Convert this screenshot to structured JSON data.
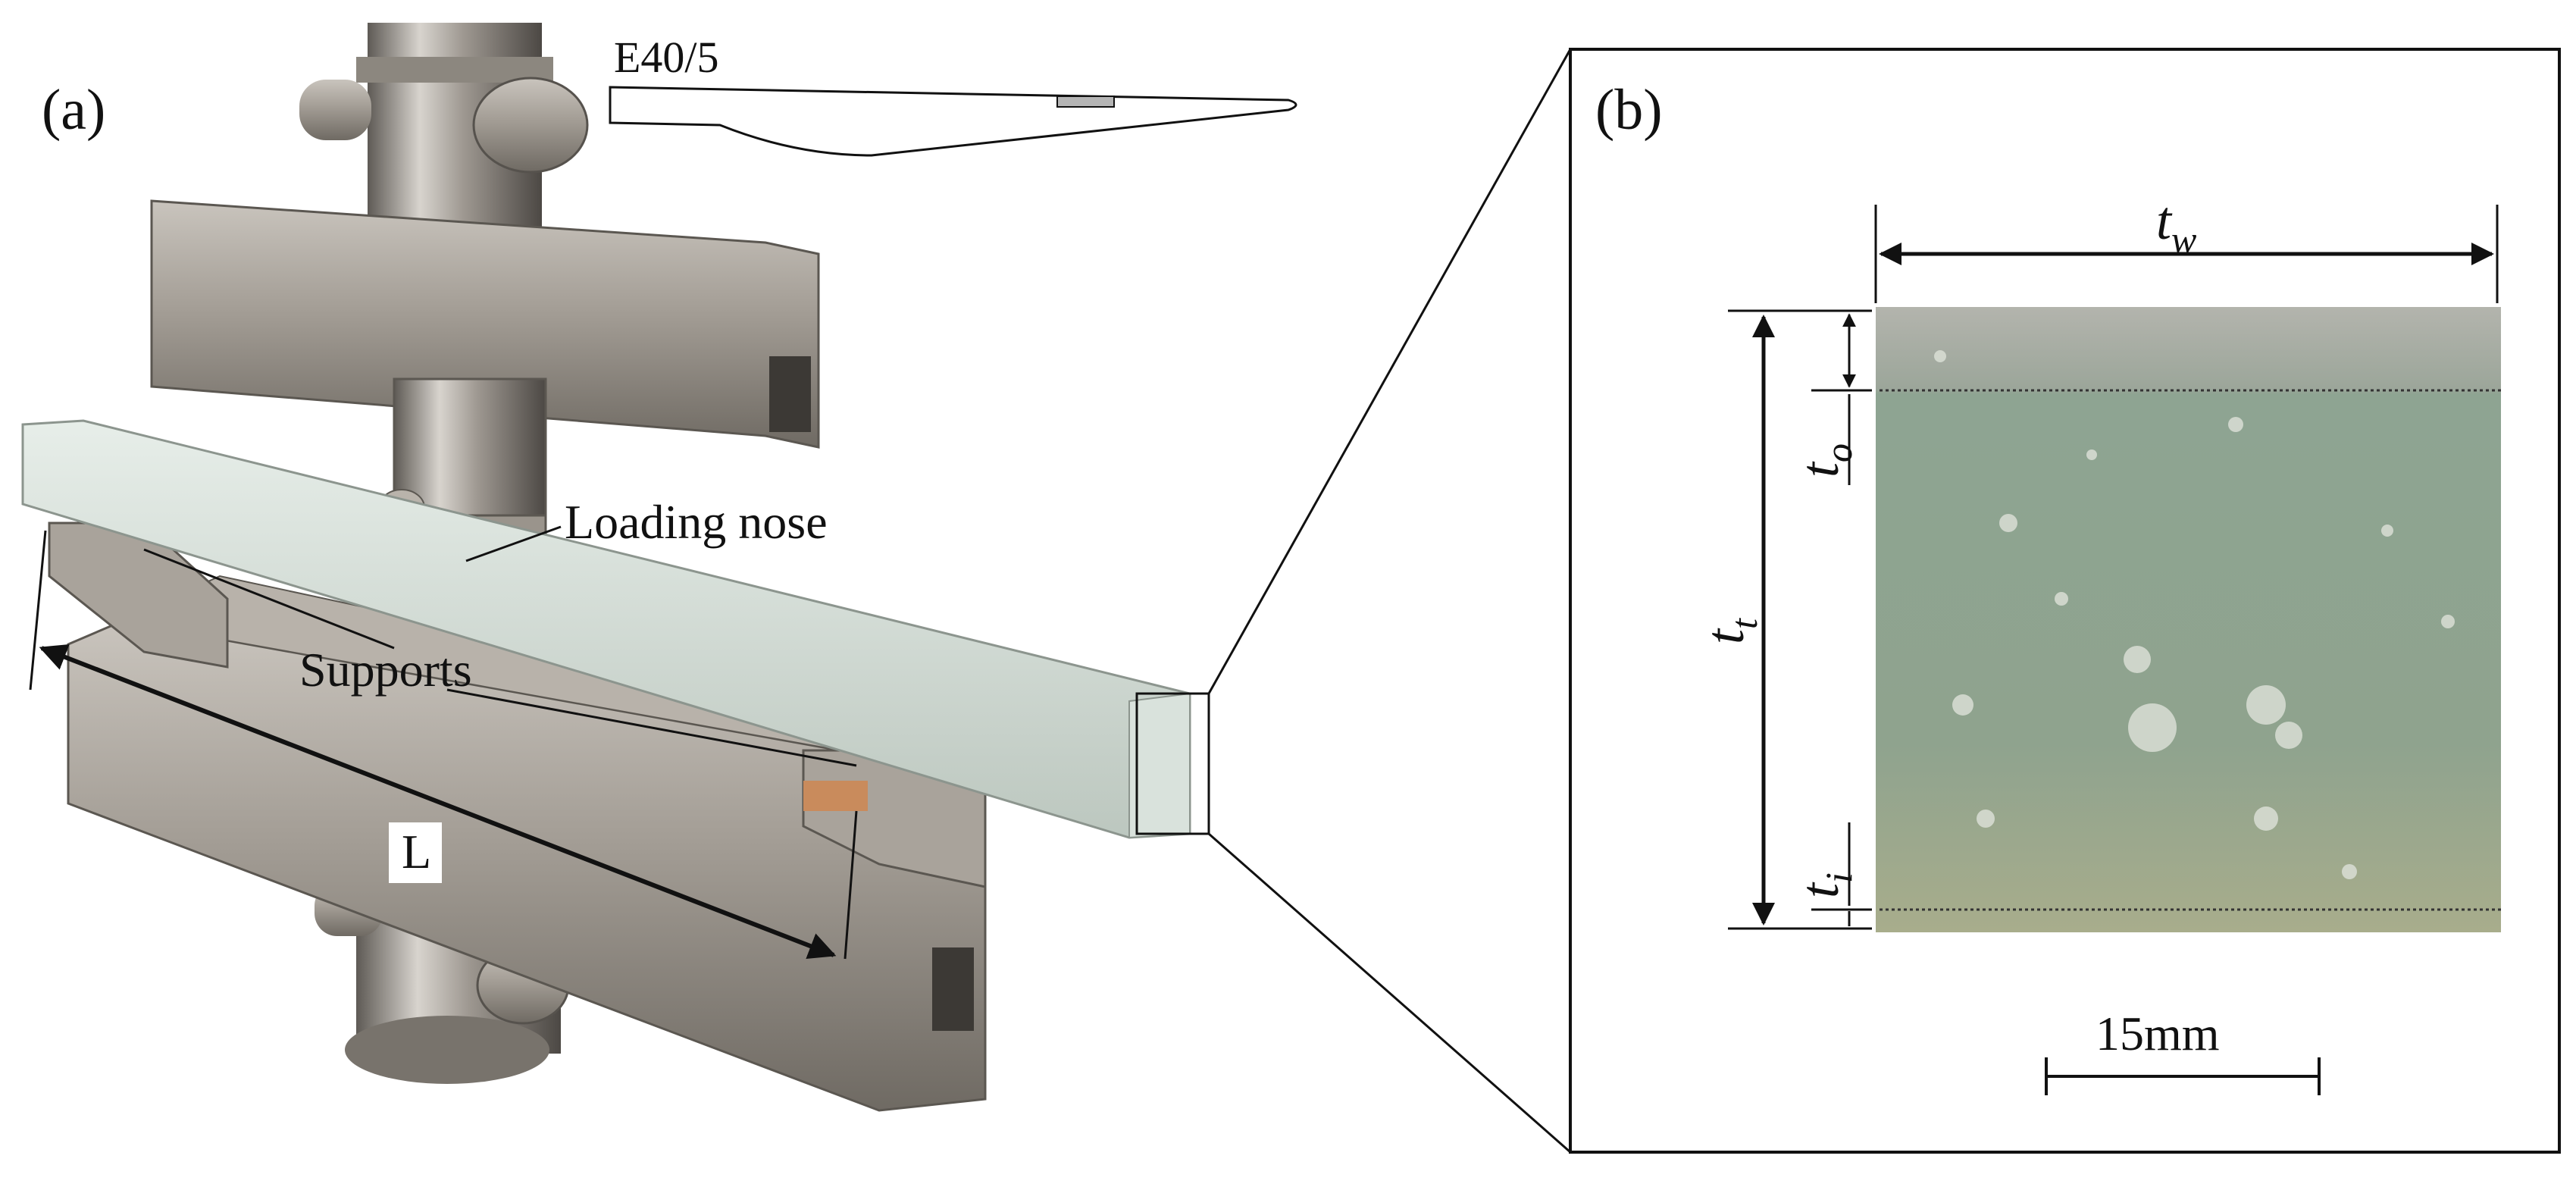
{
  "panel_a": {
    "label": "(a)",
    "profile_label": "E40/5",
    "loading_nose_label": "Loading nose",
    "supports_label": "Supports",
    "span_label": "L"
  },
  "panel_b": {
    "label": "(b)",
    "tw": {
      "base": "t",
      "sub": "w"
    },
    "tt": {
      "base": "t",
      "sub": "t"
    },
    "to": {
      "base": "t",
      "sub": "o"
    },
    "ti": {
      "base": "t",
      "sub": "i"
    },
    "scale_label": "15mm"
  }
}
